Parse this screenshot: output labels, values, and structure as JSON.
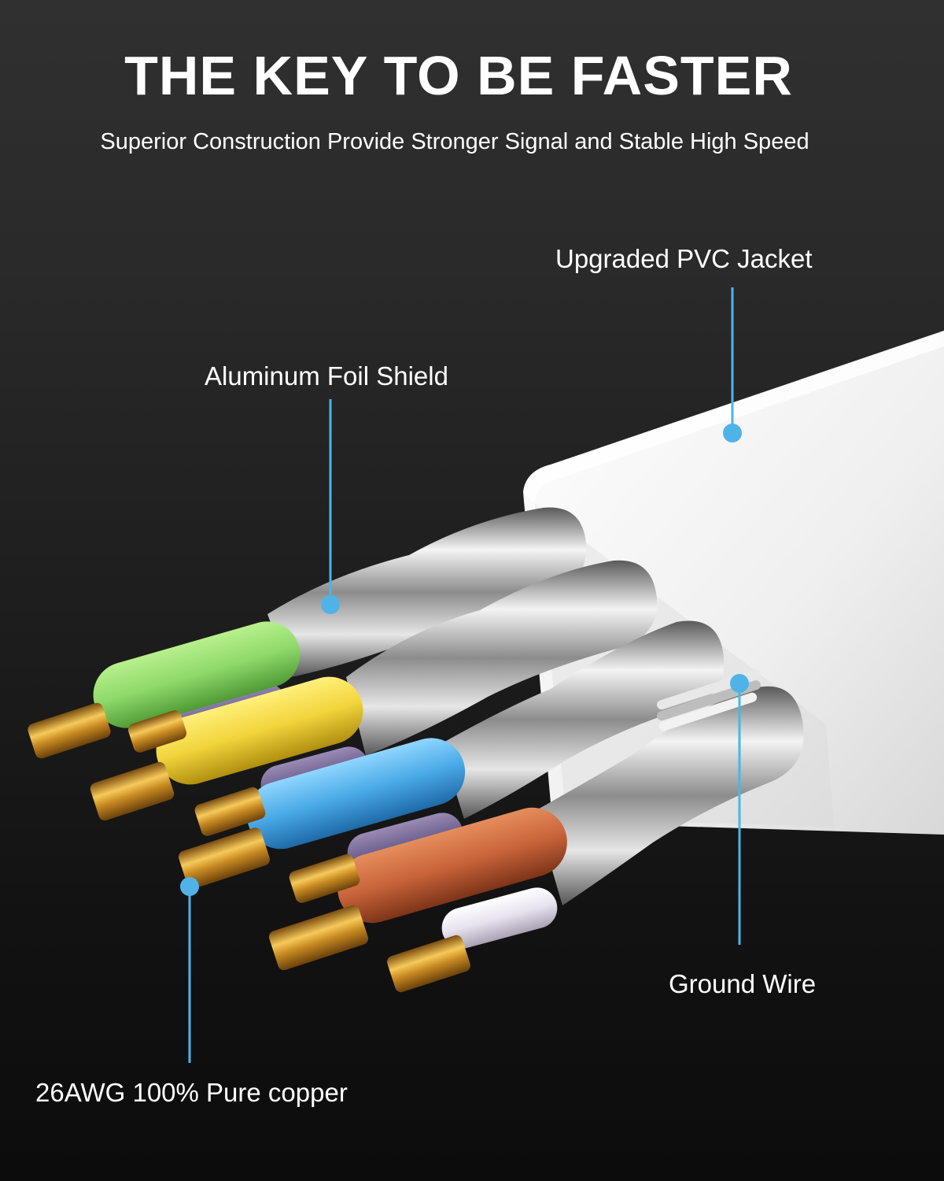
{
  "header": {
    "title": "THE KEY TO BE FASTER",
    "subtitle": "Superior Construction Provide Stronger Signal and Stable High Speed"
  },
  "callouts": {
    "pvc_jacket": "Upgraded PVC Jacket",
    "foil_shield": "Aluminum Foil Shield",
    "ground_wire": "Ground Wire",
    "copper": "26AWG 100% Pure copper"
  },
  "colors": {
    "callout_line": "#4fb3e8",
    "jacket": "#f2f2f2",
    "wire_green": "#8fd96a",
    "wire_yellow": "#f2d43c",
    "wire_blue": "#49a9e6",
    "wire_orange": "#c9643a",
    "copper": "#d9a23a"
  }
}
